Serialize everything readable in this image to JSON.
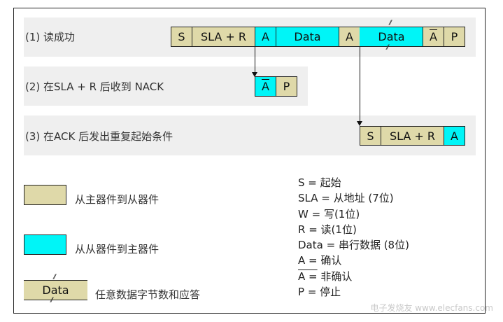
{
  "rows": [
    {
      "label": "(1) 读成功",
      "cells": [
        {
          "text": "S",
          "color": "master"
        },
        {
          "text": "SLA + R",
          "color": "master"
        },
        {
          "text": "A",
          "color": "slave"
        },
        {
          "text": "Data",
          "color": "slave"
        },
        {
          "text": "A",
          "color": "master"
        },
        {
          "text": "Data",
          "color": "slave",
          "arbitrary": true
        },
        {
          "text": "A",
          "color": "master",
          "overline": true
        },
        {
          "text": "P",
          "color": "master"
        }
      ]
    },
    {
      "label": "(2) 在SLA + R 后收到 NACK",
      "cells": [
        {
          "text": "A",
          "color": "slave",
          "overline": true
        },
        {
          "text": "P",
          "color": "master"
        }
      ]
    },
    {
      "label": "(3) 在ACK 后发出重复起始条件",
      "cells": [
        {
          "text": "S",
          "color": "master"
        },
        {
          "text": "SLA + R",
          "color": "master"
        },
        {
          "text": "A",
          "color": "slave"
        }
      ]
    }
  ],
  "legend": [
    {
      "swatch": "master",
      "text": "从主器件到从器件"
    },
    {
      "swatch": "slave",
      "text": "从从器件到主器件"
    },
    {
      "swatch": "data",
      "swatch_text": "Data",
      "text": "任意数据字节数和应答"
    }
  ],
  "definitions": [
    {
      "key": "S =",
      "value": "起始"
    },
    {
      "key": "SLA =",
      "value": "从地址 (7位)"
    },
    {
      "key": "W =",
      "value": "写(1位)"
    },
    {
      "key": "R =",
      "value": "读(1位)"
    },
    {
      "key": "Data =",
      "value": "串行数据 (8位)"
    },
    {
      "key": "A =",
      "value": "确认"
    },
    {
      "key": "A =",
      "value": "非确认",
      "overline": true
    },
    {
      "key": "P =",
      "value": "停止"
    }
  ],
  "colors": {
    "master": "#dfd9a9",
    "slave": "#00f5f7",
    "band": "#efefef"
  },
  "watermark": "电子发烧友 www.elecfans.com"
}
